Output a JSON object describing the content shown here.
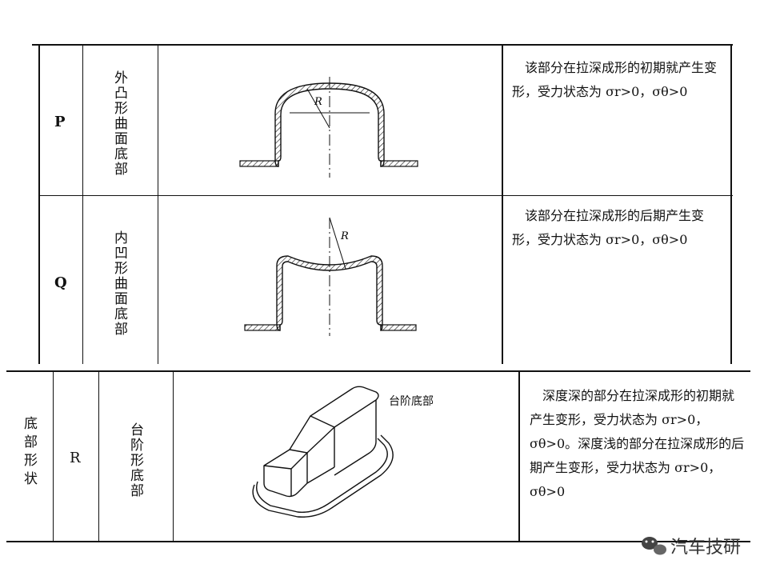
{
  "rows": [
    {
      "code": "P",
      "name": "外凸形曲面底部",
      "description": "该部分在拉深成形的初期就产生变形，受力状态为 σr>0，σθ>0",
      "label_R": "R"
    },
    {
      "code": "Q",
      "name": "内凹形曲面底部",
      "description": "该部分在拉深成形的后期产生变形，受力状态为 σr>0，σθ>0",
      "label_R": "R"
    },
    {
      "category": "底部形状",
      "code": "R",
      "name": "台阶形底部",
      "description": "深度深的部分在拉深成形的初期就产生变形，受力状态为 σr>0，σθ>0。深度浅的部分在拉深成形的后期产生变形，受力状态为 σr>0，σθ>0",
      "figure_label": "台阶底部"
    }
  ],
  "watermark": "汽车技研",
  "watermark_icon": "wechat-icon"
}
